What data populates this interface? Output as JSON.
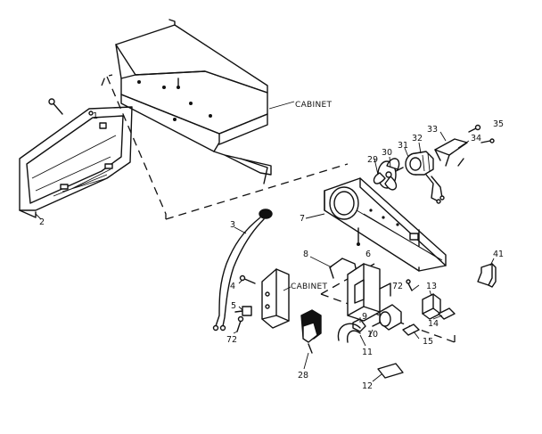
{
  "labels": {
    "cabinet_top": "CABINET",
    "cabinet_mid": "CABINET",
    "p1": "1",
    "p2": "2",
    "p3": "3",
    "p4": "4",
    "p5": "5",
    "p6": "6",
    "p7": "7",
    "p8": "8",
    "p9": "9",
    "p10": "10",
    "p11": "11",
    "p12": "12",
    "p13": "13",
    "p14": "14",
    "p15": "15",
    "p28": "28",
    "p29": "29",
    "p30": "30",
    "p31": "31",
    "p32": "32",
    "p33": "33",
    "p34": "34",
    "p35": "35",
    "p41": "41",
    "p72a": "72",
    "p72b": "72"
  }
}
